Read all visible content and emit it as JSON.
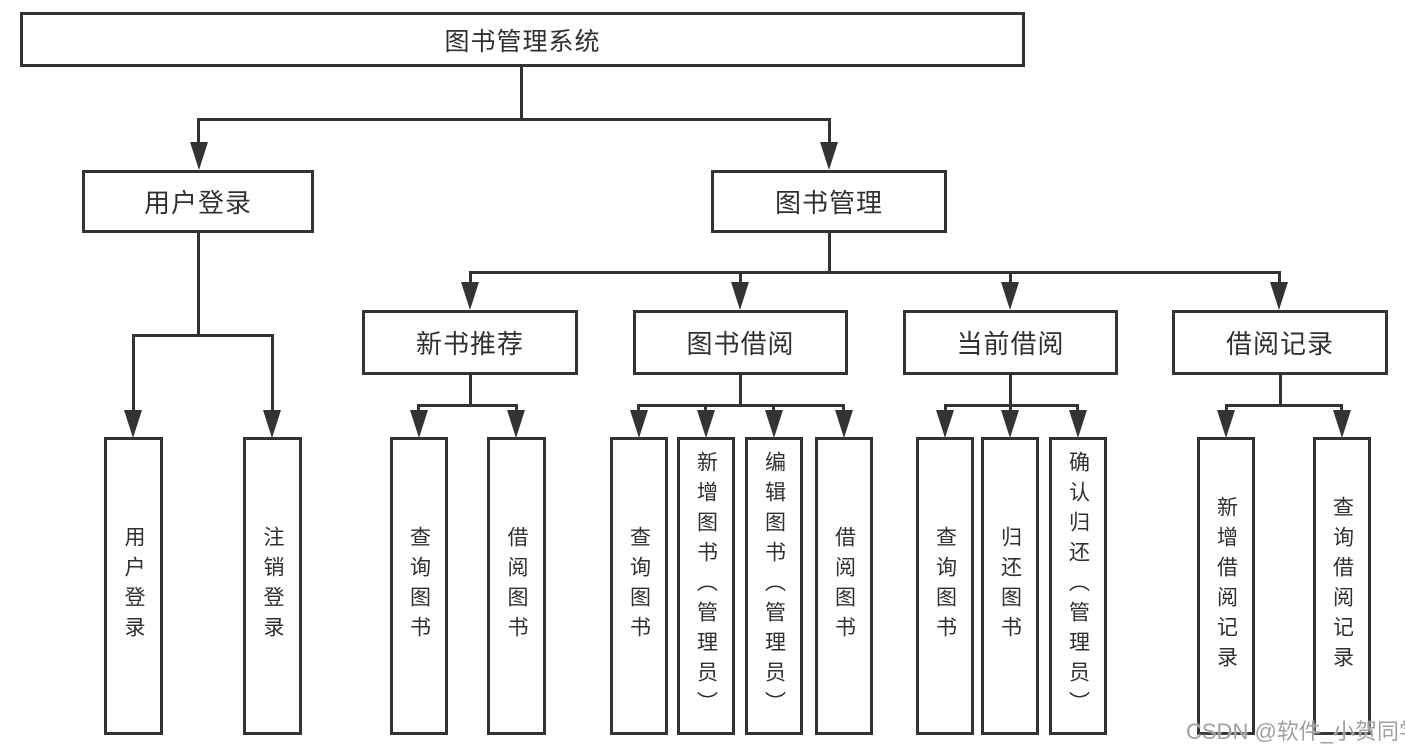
{
  "colors": {
    "line": "#333333",
    "box_bg": "#ffffff",
    "text": "#303030",
    "watermark": "#a0a0a0",
    "background": "#ffffff"
  },
  "tree": {
    "root": {
      "label": "图书管理系统"
    },
    "branches": [
      {
        "label": "用户登录",
        "children": [
          {
            "label": "用户登录"
          },
          {
            "label": "注销登录"
          }
        ]
      },
      {
        "label": "图书管理",
        "children": [
          {
            "label": "新书推荐",
            "children": [
              {
                "label": "查询图书"
              },
              {
                "label": "借阅图书"
              }
            ]
          },
          {
            "label": "图书借阅",
            "children": [
              {
                "label": "查询图书"
              },
              {
                "label": "新增图书（管理员）"
              },
              {
                "label": "编辑图书（管理员）"
              },
              {
                "label": "借阅图书"
              }
            ]
          },
          {
            "label": "当前借阅",
            "children": [
              {
                "label": "查询图书"
              },
              {
                "label": "归还图书"
              },
              {
                "label": "确认归还（管理员）"
              }
            ]
          },
          {
            "label": "借阅记录",
            "children": [
              {
                "label": "新增借阅记录"
              },
              {
                "label": "查询借阅记录"
              }
            ]
          }
        ]
      }
    ]
  },
  "watermark": {
    "text": "CSDN @软件_小贺同学"
  }
}
